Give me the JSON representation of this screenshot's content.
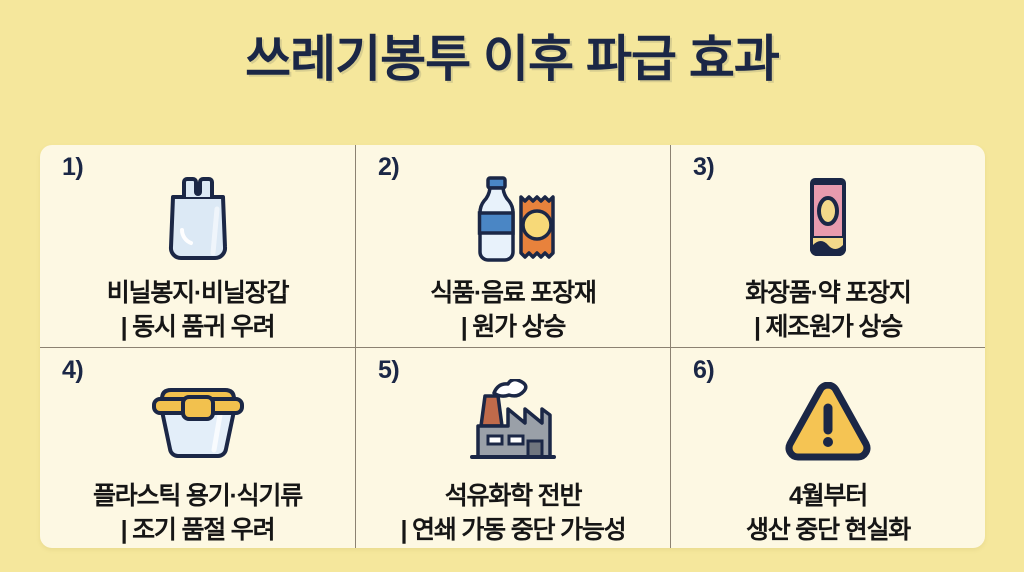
{
  "header": {
    "title": "쓰레기봉투 이후 파급 효과"
  },
  "colors": {
    "page_background": "#F5E79C",
    "card_background": "#FDF8E3",
    "title_text": "#1B2746",
    "body_text": "#161616",
    "divider": "#8C8272",
    "outline_navy": "#1B2746",
    "plastic_light_blue": "#DCE9F5",
    "bottle_blue": "#4A86C5",
    "snack_orange": "#E8823C",
    "accent_yellow": "#F5C453",
    "cosmetic_pink": "#E89BAE",
    "factory_gray": "#9AA0A8",
    "chimney_brown": "#C06A4A"
  },
  "grid": {
    "cells": [
      {
        "number": "1)",
        "icon": "plastic-bag-icon",
        "label_main": "비닐봉지·비닐장갑",
        "label_sub": "| 동시 품귀 우려"
      },
      {
        "number": "2)",
        "icon": "bottle-and-snack-bag-icon",
        "label_main": "식품·음료 포장재",
        "label_sub": "| 원가 상승"
      },
      {
        "number": "3)",
        "icon": "cosmetic-tube-icon",
        "label_main": "화장품·약 포장지",
        "label_sub": "| 제조원가 상승"
      },
      {
        "number": "4)",
        "icon": "food-container-icon",
        "label_main": "플라스틱 용기·식기류",
        "label_sub": "| 조기 품절 우려"
      },
      {
        "number": "5)",
        "icon": "factory-icon",
        "label_main": "석유화학 전반",
        "label_sub": "| 연쇄 가동 중단 가능성"
      },
      {
        "number": "6)",
        "icon": "warning-triangle-icon",
        "label_main": "4월부터",
        "label_sub": "생산 중단 현실화"
      }
    ]
  }
}
